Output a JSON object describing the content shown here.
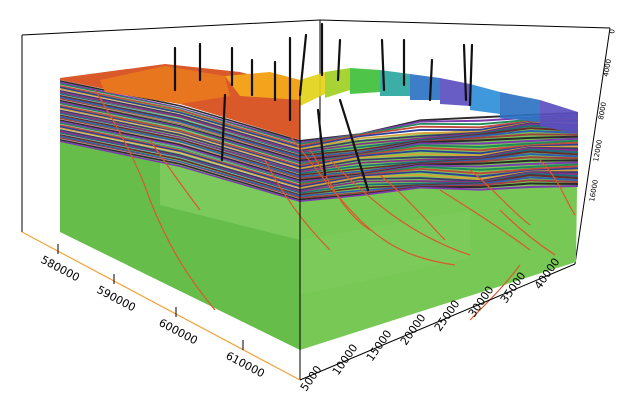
{
  "figure": {
    "type": "3d-geological-block-model",
    "colors": {
      "background": "#ffffff",
      "block_front": "#67bd4a",
      "block_side": "#78c856",
      "block_inner": "#8ed66c",
      "fault_lines": "#d9592a",
      "wells": "#111111",
      "axis_x": "#f2a23a",
      "axis_frame": "#000000"
    }
  },
  "axes": {
    "x_ticks": [
      "580000",
      "590000",
      "600000",
      "610000"
    ],
    "y_ticks": [
      "5000",
      "10000",
      "15000",
      "20000",
      "25000",
      "30000",
      "35000",
      "40000"
    ],
    "depth_ticks": [
      "0",
      "4000",
      "8000",
      "12000",
      "16000"
    ]
  },
  "surface_colors": [
    "#d94b22",
    "#e8761f",
    "#f3a41c",
    "#e3d31a",
    "#9fd023",
    "#3fbf39",
    "#2aa7a0",
    "#2e73c4",
    "#5b4fc0",
    "#2f8fd8"
  ],
  "layer_colors": [
    "#2b2b2b",
    "#7d3bb0",
    "#1f8a5a",
    "#c24a3a",
    "#2c3f9a",
    "#d9a23a",
    "#3b3b6b",
    "#8a2f8a",
    "#1a6f7a",
    "#6b2a2a",
    "#2f5fb0",
    "#a04040"
  ],
  "wells": 15,
  "faults": 12
}
